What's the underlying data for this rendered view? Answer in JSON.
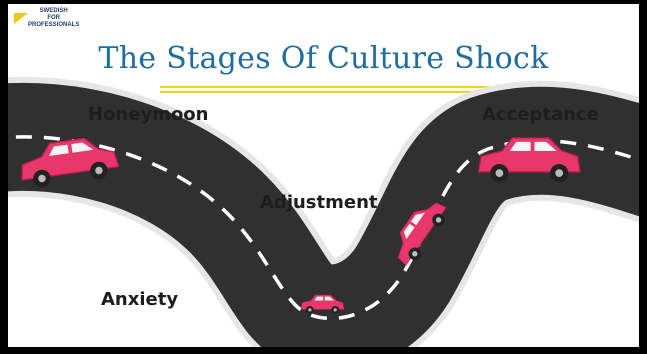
{
  "brand": {
    "lines": [
      "SWEDISH",
      "FOR",
      "PROFESSIONALS"
    ],
    "accent_color": "#f3c61b",
    "text_color": "#1e3c73"
  },
  "title": "The Stages Of Culture Shock",
  "title_color": "#1e6da0",
  "underline_color": "#f3d316",
  "stages": {
    "honeymoon": "Honeymoon",
    "anxiety": "Anxiety",
    "adjustment": "Adjustment",
    "acceptance": "Acceptance"
  },
  "colors": {
    "road": "#303030",
    "road_edge": "#e6e6e6",
    "lane_marking": "#ffffff",
    "car_body": "#e8386b",
    "car_window": "#f5f5f5"
  }
}
